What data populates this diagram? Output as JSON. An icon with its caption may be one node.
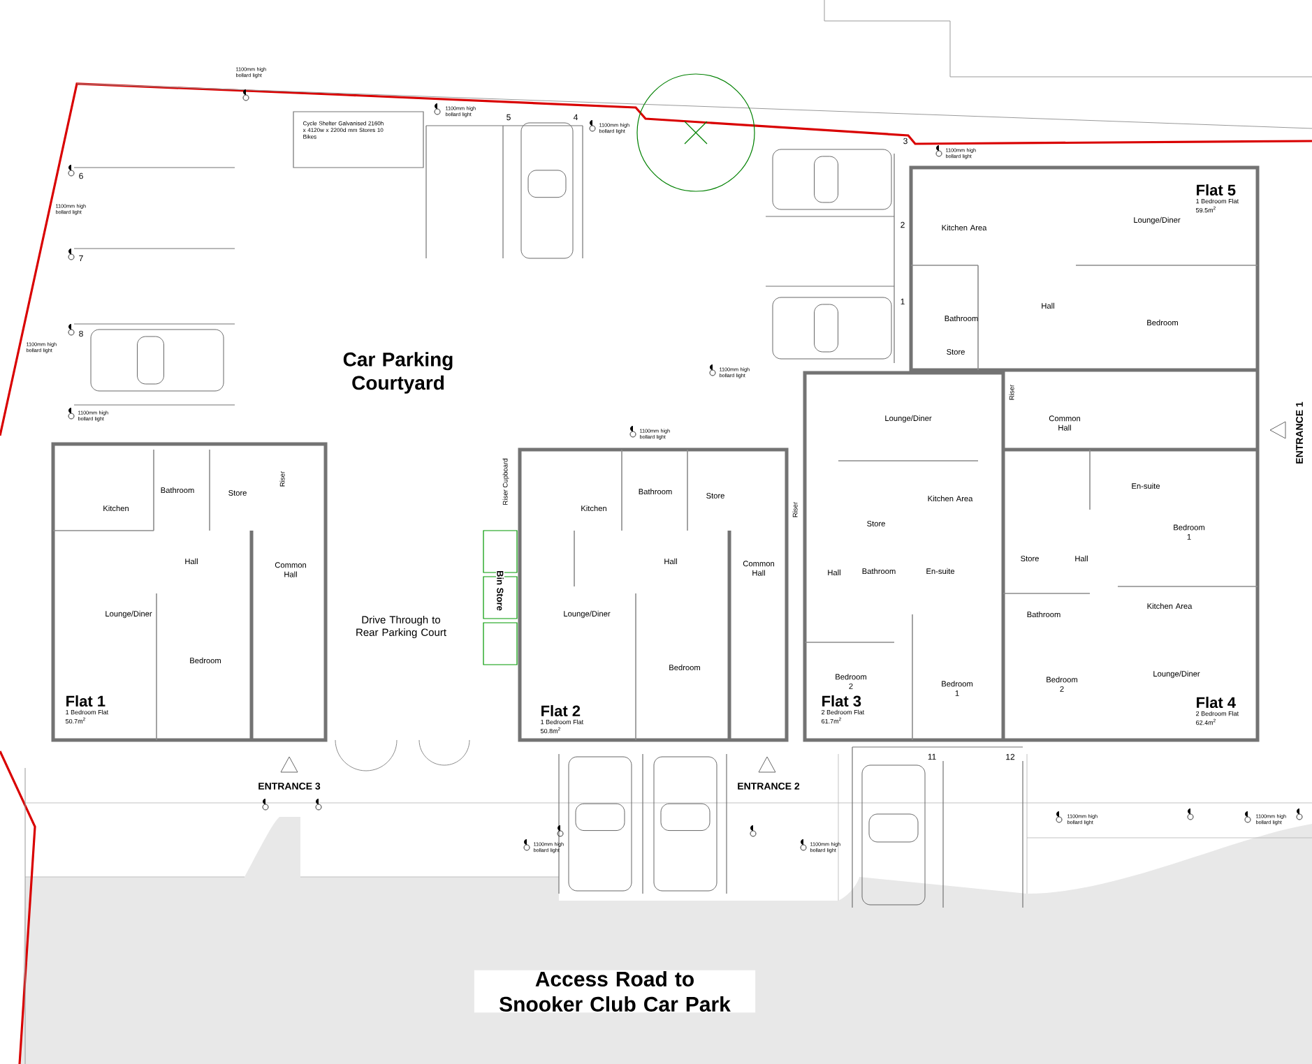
{
  "diagram": {
    "labels": [
      "1100mm high bollard light",
      "1100mm high bollard light",
      "Cycle Shelter Galvanised 2160h x 4120w x 2200d mm Stores 10 Bikes",
      "5",
      "4",
      "1100mm high bollard light",
      "3",
      "1100mm high bollard light",
      "6",
      "1100mm high bollard light",
      "Flat 5",
      "1 Bedroom Flat",
      "59.5m$^{2}$",
      "2",
      "Kitchen Area",
      "Lounge/Diner",
      "7",
      "1",
      "Hall",
      "Bedroom",
      "Bathroom",
      "8",
      "1100mm high bollard light",
      "Store",
      "Car Parking Courtyard",
      "1100mm high bollard light",
      "Riser",
      "ENTRANCE 1",
      "1100mm high bollard light",
      "Lounge/Diner",
      "Common Hall",
      "1100mm high bollard light",
      "Riser",
      "Riser Cupboard",
      "Bathroom",
      "Store",
      "Bathroom",
      "Store",
      "En-suite",
      "Kitchen",
      "Kitchen",
      "Riser",
      "Kitchen Area",
      "Store",
      "Bedroom 1",
      "Hall",
      "Common Hall",
      "Bin Store",
      "Hall",
      "Common Hall",
      "Hall",
      "Bathroom",
      "En-suite",
      "Store",
      "Hall",
      "Lounge/Diner",
      "Drive Through to Rear Parking Court",
      "Lounge/Diner",
      "Kitchen Area",
      "Bathroom",
      "Bedroom",
      "Bedroom",
      "Bedroom 2",
      "Bedroom 1",
      "Bedroom 2",
      "Lounge/Diner",
      "Flat 1",
      "1 Bedroom Flat",
      "50.7m$^{2}$",
      "Flat 2",
      "1 Bedroom Flat",
      "50.8m$^{2}$",
      "Flat 3",
      "2 Bedroom Flat",
      "61.7m$^{2}$",
      "Flat 4",
      "2 Bedroom Flat",
      "62.4m$^{2}$",
      "11",
      "12",
      "ENTRANCE 3",
      "ENTRANCE 2",
      "1100mm high bollard light",
      "1100mm high bollard light",
      "1100mm high bollard light",
      "1100mm high bollard light",
      "Access Road to Snooker Club Car Park"
    ]
  }
}
